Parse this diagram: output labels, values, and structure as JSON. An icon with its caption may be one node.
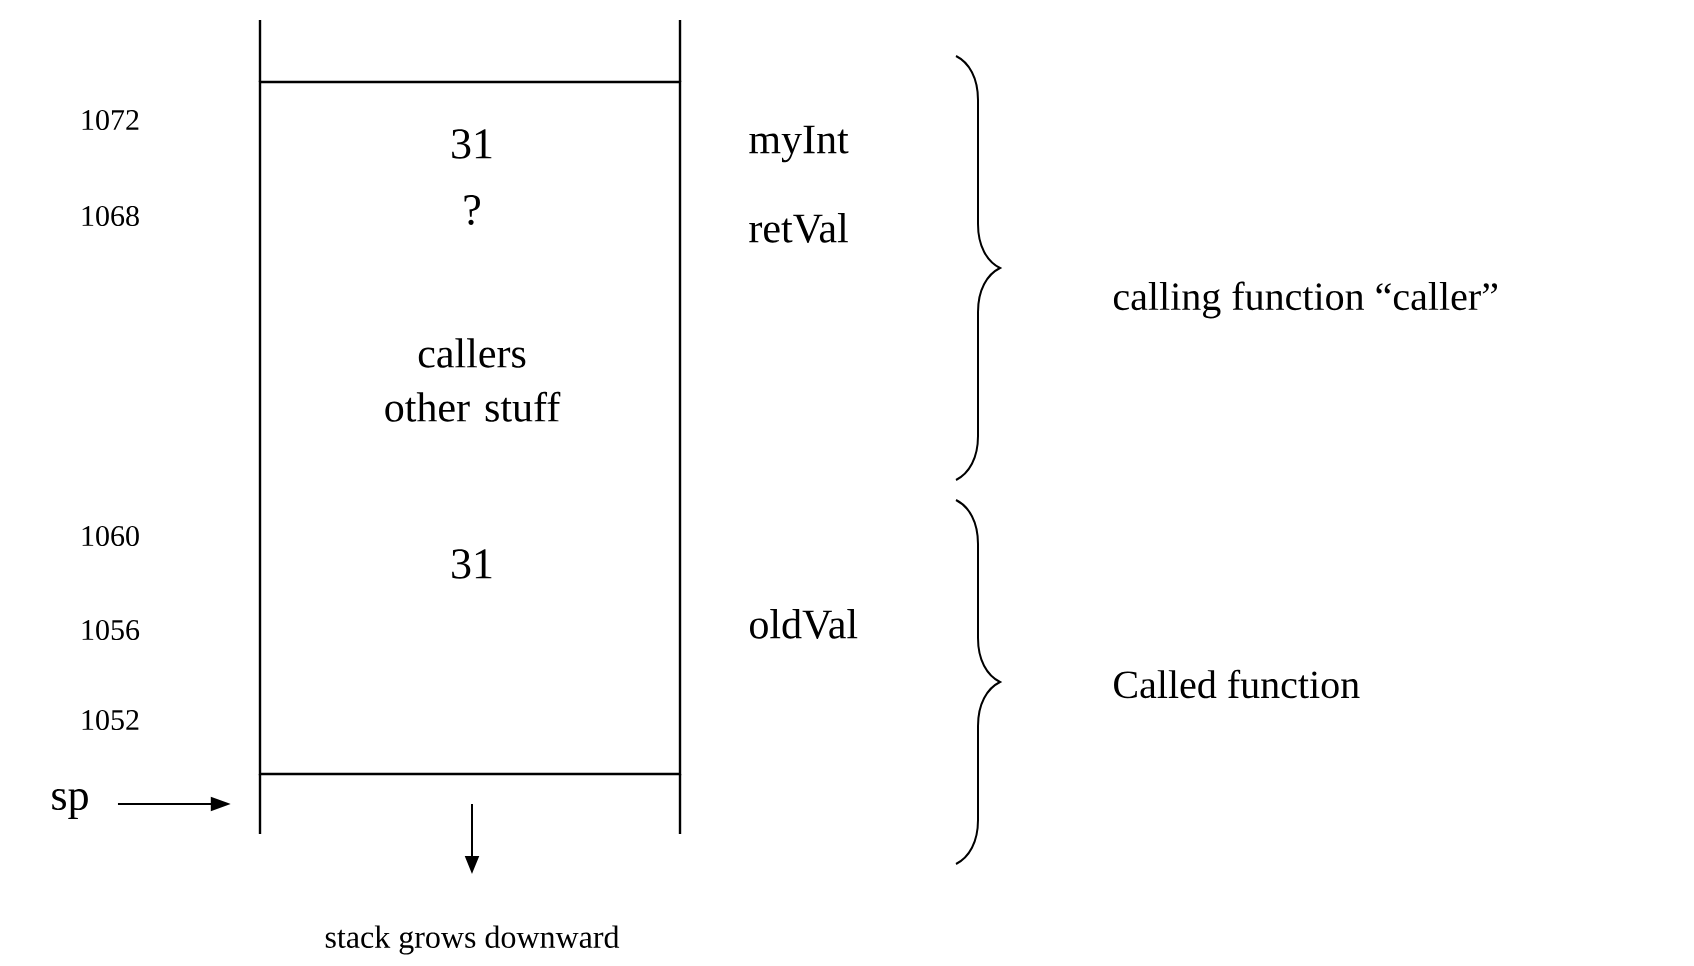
{
  "diagram": {
    "nodes": [
      {
        "text": [],
        "shape": "box"
      },
      {
        "text": [
          "sp"
        ]
      }
    ],
    "edges": [
      {
        "from": 1,
        "to": 0,
        "arrow": "to"
      }
    ],
    "labels": [
      "1072",
      "31",
      "myInt",
      "1068",
      "?",
      "retVal",
      "calling function “caller”",
      "callers other stuff",
      "1060",
      "31",
      "1056",
      "oldVal",
      "Called function",
      "1052",
      "stack grows downward"
    ]
  }
}
